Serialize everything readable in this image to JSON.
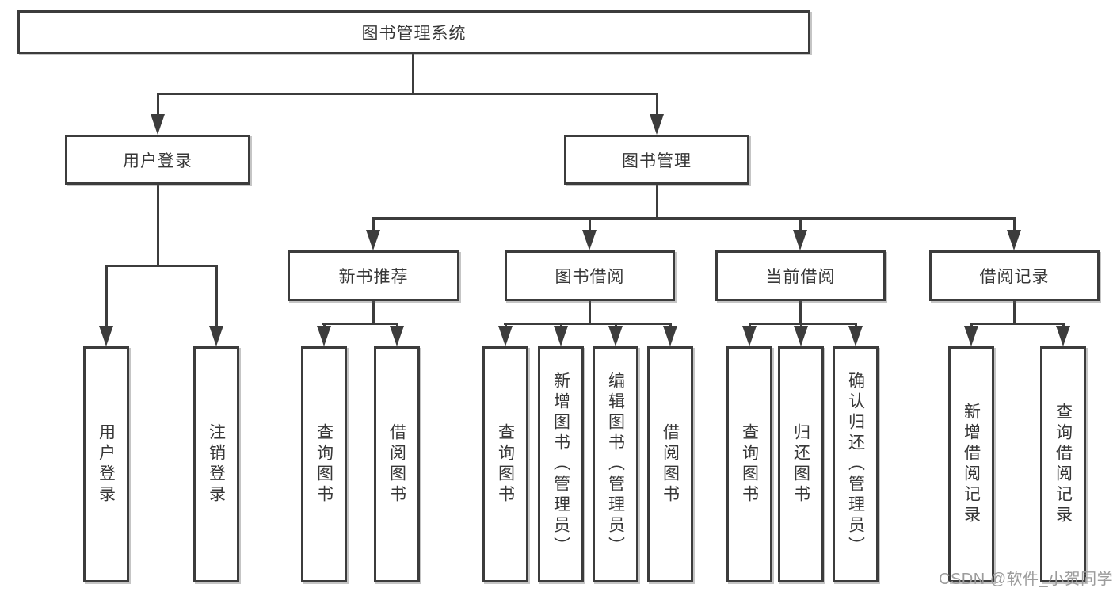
{
  "diagram": {
    "root": {
      "label": "图书管理系统"
    },
    "level2": [
      {
        "label": "用户登录"
      },
      {
        "label": "图书管理"
      }
    ],
    "level3": [
      {
        "label": "新书推荐"
      },
      {
        "label": "图书借阅"
      },
      {
        "label": "当前借阅"
      },
      {
        "label": "借阅记录"
      }
    ],
    "leaves": {
      "user_login": [
        {
          "label": "用户登录"
        },
        {
          "label": "注销登录"
        }
      ],
      "new_book": [
        {
          "label": "查询图书"
        },
        {
          "label": "借阅图书"
        }
      ],
      "book_borrow": [
        {
          "label": "查询图书"
        },
        {
          "label": "新增图书（管理员）"
        },
        {
          "label": "编辑图书（管理员）"
        },
        {
          "label": "借阅图书"
        }
      ],
      "current_borrow": [
        {
          "label": "查询图书"
        },
        {
          "label": "归还图书"
        },
        {
          "label": "确认归还（管理员）"
        }
      ],
      "borrow_record": [
        {
          "label": "新增借阅记录"
        },
        {
          "label": "查询借阅记录"
        }
      ]
    }
  },
  "watermark": {
    "text": "CSDN @软件_小贺同学"
  },
  "colors": {
    "line": "#3c3c3c",
    "text": "#373737",
    "watermark": "#9c9c9c",
    "background": "#ffffff"
  }
}
